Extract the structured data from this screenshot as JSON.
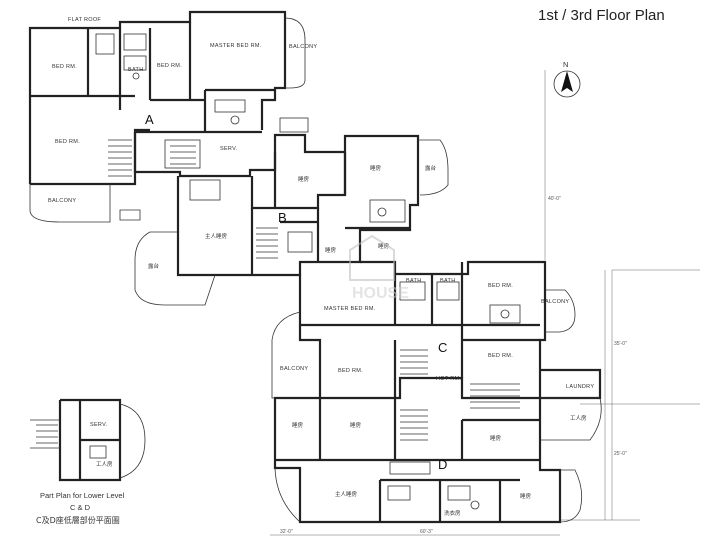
{
  "title": "1st / 3rd Floor Plan",
  "north": "N",
  "blocks": {
    "A": "A",
    "B": "B",
    "C": "C",
    "D": "D"
  },
  "rooms": {
    "flat_roof": "FLAT ROOF",
    "a_bed_1": "BED RM.",
    "a_bed_2": "BED RM.",
    "a_bed_3": "BED RM.",
    "a_master": "MASTER BED RM.",
    "a_balcony_right": "BALCONY",
    "a_balcony_left": "BALCONY",
    "a_bath": "BATH",
    "a_serv": "SERV.",
    "b_room_1": "睡房",
    "b_room_2": "睡房",
    "b_room_3": "睡房",
    "b_room_4": "睡房",
    "b_master": "主人睡房",
    "b_balcony": "露台",
    "b_balcony_2": "露台",
    "c_bath_1": "BATH",
    "c_bath_2": "BATH",
    "c_bed_1": "BED RM.",
    "c_bed_2": "BED RM.",
    "c_bed_3": "BED RM.",
    "c_master": "MASTER BED RM.",
    "c_balcony_left": "BALCONY",
    "c_balcony_right": "BALCONY",
    "c_laundry": "LAUNDRY",
    "c_hot_rm": "HOT RM.",
    "c_utility": "工人房",
    "d_room_1": "睡房",
    "d_room_2": "睡房",
    "d_room_3": "睡房",
    "d_room_4": "睡房",
    "d_master": "主人睡房",
    "d_laundry": "洗衣房",
    "part_serv": "SERV.",
    "part_room": "工人房"
  },
  "inset_caption": {
    "line1": "Part Plan for Lower Level",
    "line2": "C & D",
    "line3": "C及D座低層部份平面圖"
  },
  "dimensions": {
    "d1": "32'-0\"",
    "d2": "60'-3\"",
    "d3": "40'-0\"",
    "d4": "35'-0\"",
    "d5": "25'-0\""
  },
  "watermark": "HOUSE"
}
